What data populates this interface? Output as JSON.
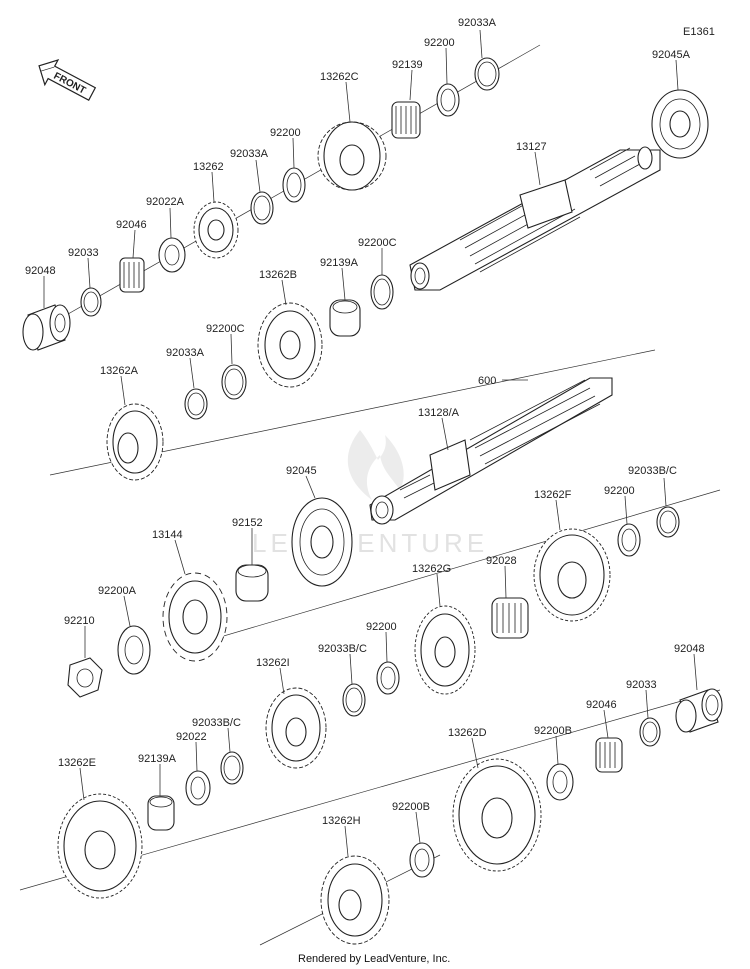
{
  "diagram_ref": "E1361",
  "front_label": "FRONT",
  "watermark": "LEADVENTURE",
  "credit": "Rendered by LeadVenture, Inc.",
  "parts": {
    "p92033A_top": "92033A",
    "p92200_top": "92200",
    "p92139_top": "92139",
    "p13262C": "13262C",
    "p92045A": "92045A",
    "p13127": "13127",
    "p92200_b": "92200",
    "p92033A_mid": "92033A",
    "p13262": "13262",
    "p92022A": "92022A",
    "p92046_top": "92046",
    "p92033_top": "92033",
    "p92048_top": "92048",
    "p92200C_top": "92200C",
    "p92139A_top": "92139A",
    "p13262B": "13262B",
    "p92200C_mid": "92200C",
    "p92033A_low": "92033A",
    "p13262A": "13262A",
    "p600": "600",
    "p13128A": "13128/A",
    "p92045": "92045",
    "p92152": "92152",
    "p13144": "13144",
    "p92200A": "92200A",
    "p92210": "92210",
    "p13262F": "13262F",
    "p92200_r": "92200",
    "p92033BC_r": "92033B/C",
    "p13262G": "13262G",
    "p92028": "92028",
    "p92200_m": "92200",
    "p92033BC_m": "92033B/C",
    "p13262I": "13262I",
    "p92033BC_l": "92033B/C",
    "p92022": "92022",
    "p92139A_low": "92139A",
    "p13262E": "13262E",
    "p92048_r": "92048",
    "p92033_r": "92033",
    "p92046_r": "92046",
    "p92200B_r": "92200B",
    "p13262D": "13262D",
    "p92200B_l": "92200B",
    "p13262H": "13262H"
  }
}
